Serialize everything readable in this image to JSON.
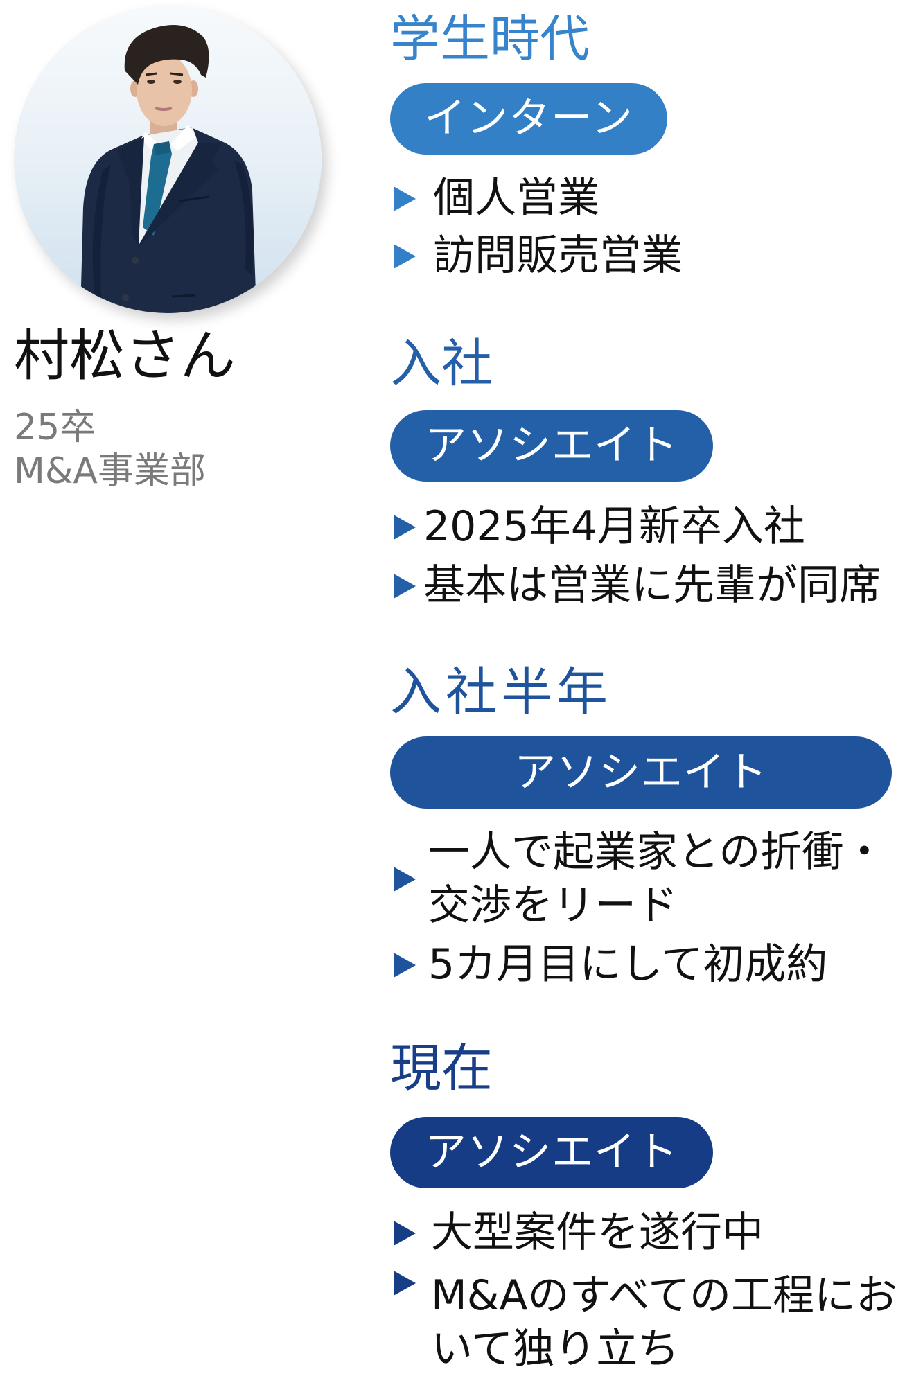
{
  "profile": {
    "name": "村松さん",
    "graduation": "25卒",
    "department": "M&A事業部",
    "photo_icon": "portrait-photo"
  },
  "icons": {
    "bullet": "triangle-right-icon"
  },
  "timeline": [
    {
      "heading": "学生時代",
      "role": "インターン",
      "heading_color": "#3884cc",
      "pill_color": "#3480c7",
      "bullet_color": "#3480c8",
      "items": [
        {
          "lines": [
            "個人営業"
          ]
        },
        {
          "lines": [
            "訪問販売営業"
          ]
        }
      ]
    },
    {
      "heading": "入社",
      "role": "アソシエイト",
      "heading_color": "#245fa8",
      "pill_color": "#2360a8",
      "bullet_color": "#2460a8",
      "items": [
        {
          "lines": [
            "2025年4月新卒入社"
          ]
        },
        {
          "lines": [
            "基本は営業に先輩が同席"
          ]
        }
      ]
    },
    {
      "heading": "入社半年",
      "role": "アソシエイト",
      "heading_color": "#1f539b",
      "pill_color": "#1f539b",
      "bullet_color": "#1f539b",
      "items": [
        {
          "lines": [
            "一人で起業家との折衝・",
            "交渉をリード"
          ]
        },
        {
          "lines": [
            "5カ月目にして初成約"
          ]
        }
      ]
    },
    {
      "heading": "現在",
      "role": "アソシエイト",
      "heading_color": "#173e87",
      "pill_color": "#163c85",
      "bullet_color": "#163d86",
      "items": [
        {
          "lines": [
            "大型案件を遂行中"
          ]
        },
        {
          "lines": [
            "M&Aのすべての工程にお",
            "いて独り立ち"
          ]
        }
      ]
    }
  ]
}
